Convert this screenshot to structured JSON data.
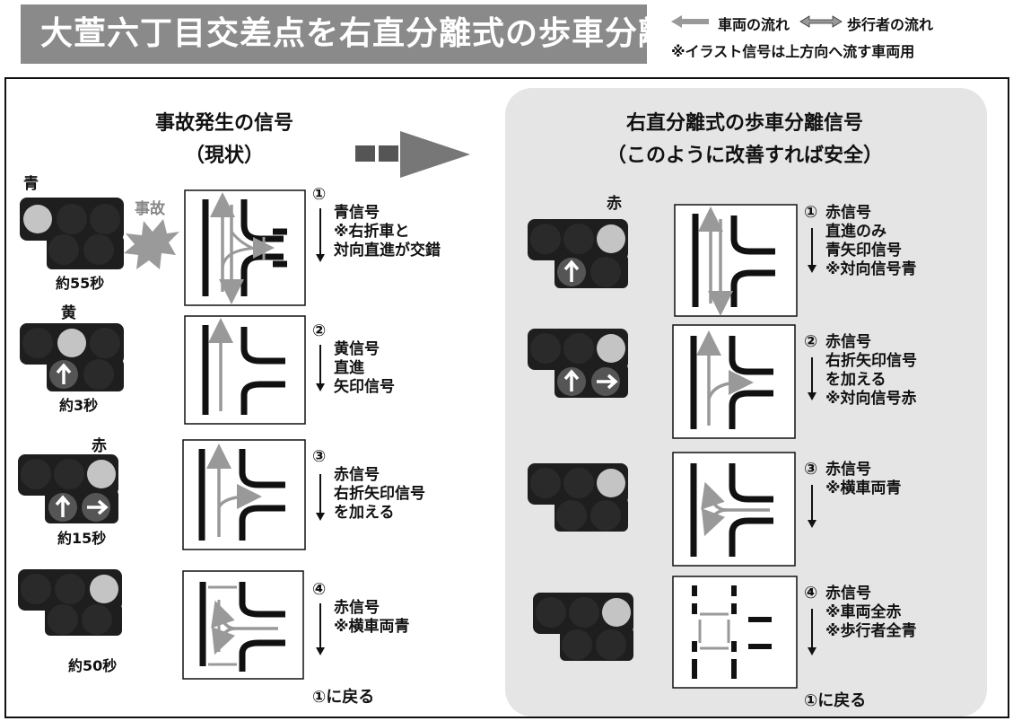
{
  "title": "大萱六丁目交差点を右直分離式の歩車分離信号に",
  "legend": {
    "vehicle_flow": "車両の流れ",
    "pedestrian_flow": "歩行者の流れ",
    "note": "※イラスト信号は上方向へ流す車両用"
  },
  "left_panel": {
    "heading_line1": "事故発生の信号",
    "heading_line2": "（現状）",
    "accident_label": "事故",
    "lights": [
      {
        "color_label": "青",
        "time": "約55秒",
        "lit": "green"
      },
      {
        "color_label": "黄",
        "time": "約3秒",
        "lit": "yellow"
      },
      {
        "color_label": "赤",
        "time": "約15秒",
        "lit": "red"
      },
      {
        "color_label": "",
        "time": "約50秒",
        "lit": "red"
      }
    ],
    "steps": [
      {
        "num": "①",
        "lines": [
          "青信号",
          "※右折車と",
          "対向直進が交錯"
        ]
      },
      {
        "num": "②",
        "lines": [
          "黄信号",
          "直進",
          "矢印信号"
        ]
      },
      {
        "num": "③",
        "lines": [
          "赤信号",
          "右折矢印信号",
          "を加える"
        ]
      },
      {
        "num": "④",
        "lines": [
          "赤信号",
          "※横車両青"
        ]
      }
    ],
    "return_label": "①に戻る"
  },
  "right_panel": {
    "heading_line1": "右直分離式の歩車分離信号",
    "heading_line2": "（このように改善すれば安全）",
    "red_label": "赤",
    "steps": [
      {
        "num": "①",
        "lines": [
          "赤信号",
          "直進のみ",
          "青矢印信号",
          "※対向信号青"
        ]
      },
      {
        "num": "②",
        "lines": [
          "赤信号",
          "右折矢印信号",
          "を加える",
          "※対向信号赤"
        ]
      },
      {
        "num": "③",
        "lines": [
          "赤信号",
          "※横車両青"
        ]
      },
      {
        "num": "④",
        "lines": [
          "赤信号",
          "※車両全赤",
          "※歩行者全青"
        ]
      }
    ],
    "return_label": "①に戻る"
  },
  "colors": {
    "banner": "#8a8a8a",
    "panel": "#e5e5e5",
    "lamp_off": "#1e1e1e",
    "lamp_lit": "#c4c4c4",
    "flow_arrow": "#999999"
  }
}
